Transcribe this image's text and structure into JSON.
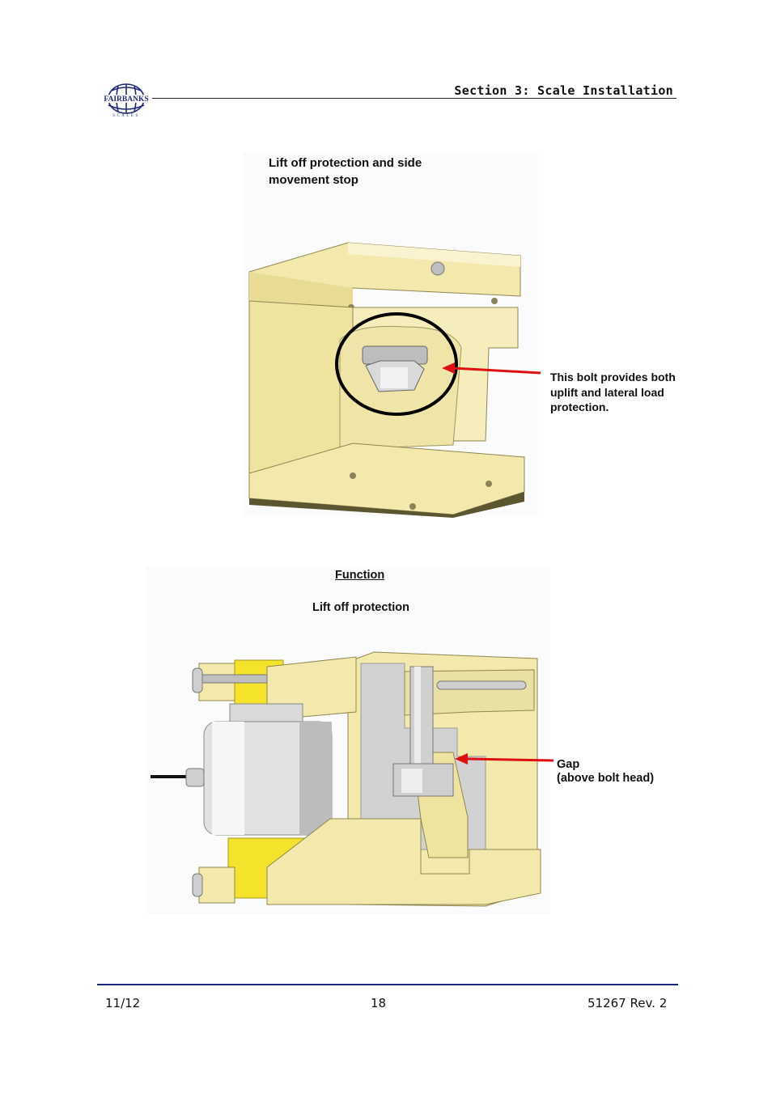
{
  "header": {
    "logo_text": "FAIRBANKS",
    "logo_subtext": "SCALES",
    "section_title": "Section 3:  Scale Installation"
  },
  "figure1": {
    "caption": "Lift off protection and side movement stop",
    "callout": "This bolt provides both uplift and lateral load protection.",
    "colors": {
      "body": "#f3e9ad",
      "shadow": "#5b5530",
      "bolt": "#c9c9c9",
      "arrow": "#e01010"
    }
  },
  "figure2": {
    "heading": "Function",
    "caption": "Lift off protection",
    "callout": "Gap\n(above bolt head)",
    "colors": {
      "body": "#f3e9ad",
      "yellow": "#f5e22a",
      "steel": "#d5d5d5",
      "arrow": "#e01010"
    }
  },
  "footer": {
    "date": "11/12",
    "page": "18",
    "doc": "51267   Rev. 2"
  }
}
